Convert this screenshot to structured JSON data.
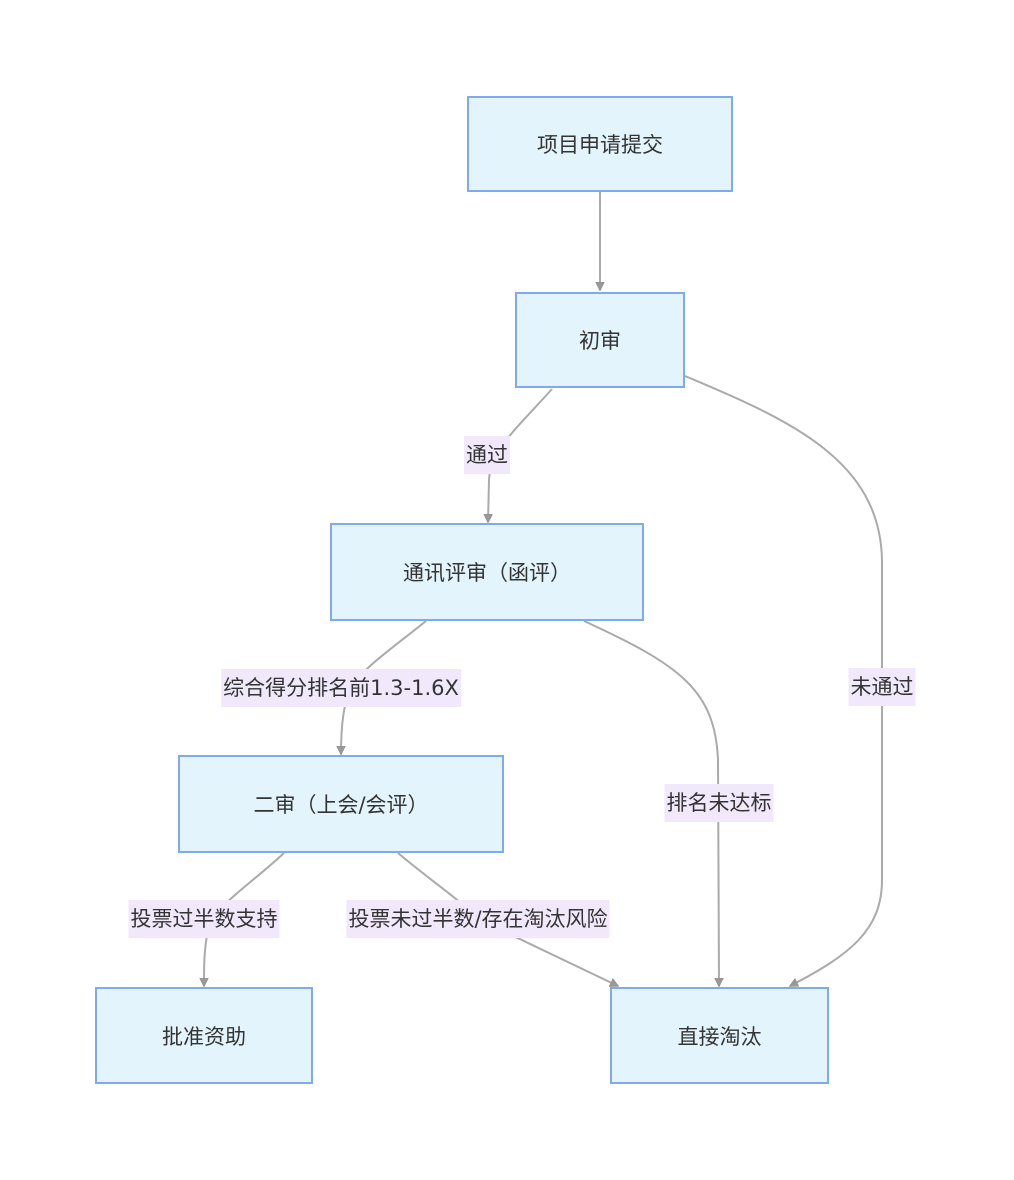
{
  "diagram": {
    "type": "flowchart",
    "direction": "top-down",
    "colors": {
      "node_fill": "#e3f4fd",
      "node_border": "#7eaaf0",
      "edge": "#aaaaaa",
      "arrowhead": "#999999",
      "label_bg": "#f1e9fb",
      "text": "#333333"
    },
    "nodes": [
      {
        "id": "submit",
        "label": "项目申请提交"
      },
      {
        "id": "initial",
        "label": "初审"
      },
      {
        "id": "comm",
        "label": "通讯评审（函评）"
      },
      {
        "id": "second",
        "label": "二审（上会/会评）"
      },
      {
        "id": "approve",
        "label": "批准资助"
      },
      {
        "id": "eliminate",
        "label": "直接淘汰"
      }
    ],
    "edges": [
      {
        "from": "submit",
        "to": "initial",
        "label": ""
      },
      {
        "from": "initial",
        "to": "comm",
        "label": "通过"
      },
      {
        "from": "initial",
        "to": "eliminate",
        "label": "未通过"
      },
      {
        "from": "comm",
        "to": "second",
        "label": "综合得分排名前1.3-1.6X"
      },
      {
        "from": "comm",
        "to": "eliminate",
        "label": "排名未达标"
      },
      {
        "from": "second",
        "to": "approve",
        "label": "投票过半数支持"
      },
      {
        "from": "second",
        "to": "eliminate",
        "label": "投票未过半数/存在淘汰风险"
      }
    ]
  }
}
